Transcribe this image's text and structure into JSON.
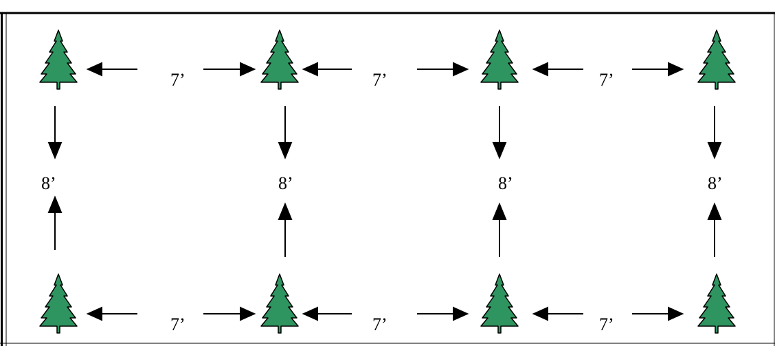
{
  "labels": {
    "horizontal_spacing": "7’",
    "vertical_spacing": "8’"
  },
  "colors": {
    "tree_fill": "#2f9560",
    "tree_outline": "#000000",
    "arrow": "#000000",
    "frame": "#000000",
    "background": "#ffffff"
  },
  "icons": {
    "tree": "evergreen-tree-icon"
  },
  "layout_grid": {
    "rows": 2,
    "columns": 4
  }
}
